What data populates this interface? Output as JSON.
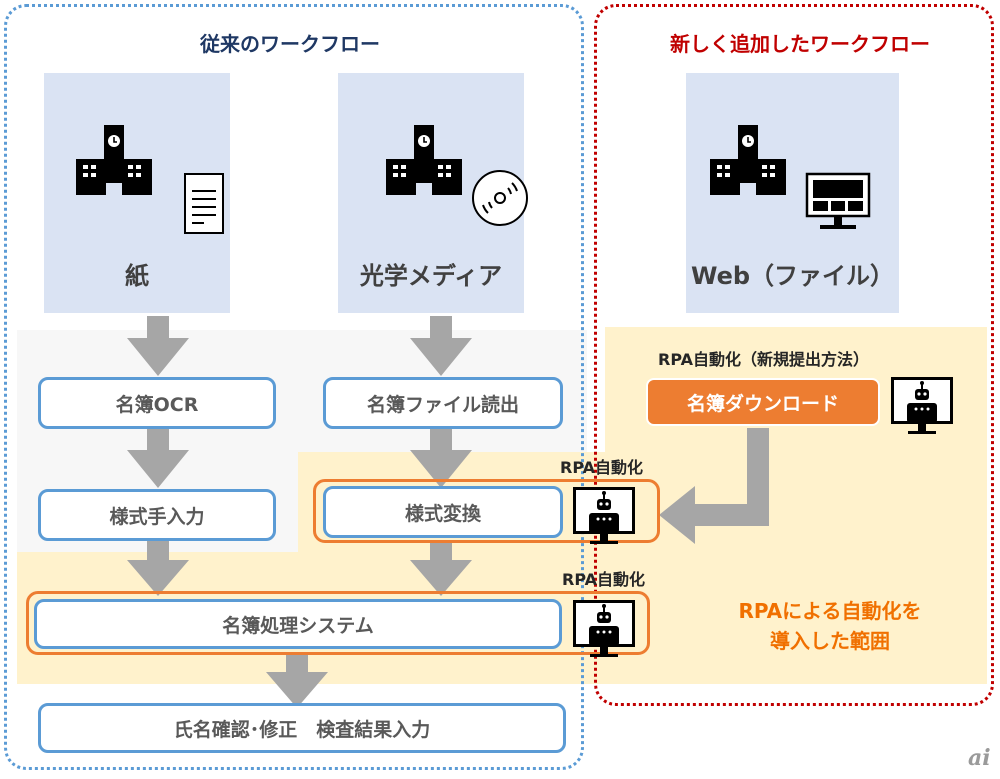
{
  "sections": {
    "legacy": {
      "title": "従来のワークフロー",
      "color": "#1f3864",
      "border_color": "#5b9bd5"
    },
    "new": {
      "title": "新しく追加したワークフロー",
      "color": "#c00000",
      "border_color": "#c00000"
    }
  },
  "sources": [
    {
      "label": "紙",
      "icon": "document-icon"
    },
    {
      "label": "光学メディア",
      "icon": "optical-disc-icon"
    },
    {
      "label": "Web（ファイル）",
      "icon": "monitor-icon"
    }
  ],
  "steps": {
    "ocr": "名簿OCR",
    "file_read": "名簿ファイル読出",
    "manual_input": "様式手入力",
    "format_convert": "様式変換",
    "processing_system": "名簿処理システム",
    "final": "氏名確認･修正　検査結果入力",
    "download": "名簿ダウンロード"
  },
  "rpa_labels": {
    "new_method": "RPA自動化（新規提出方法）",
    "convert": "RPA自動化",
    "system": "RPA自動化"
  },
  "scope_note": [
    "RPAによる自動化を",
    "導入した範囲"
  ],
  "colors": {
    "accent_orange": "#ed7d31",
    "scope_text": "#f07000",
    "source_bg": "#dae3f3",
    "rpa_bg": "#fff2cc",
    "arrow": "#a6a6a6"
  },
  "logo": "ai"
}
